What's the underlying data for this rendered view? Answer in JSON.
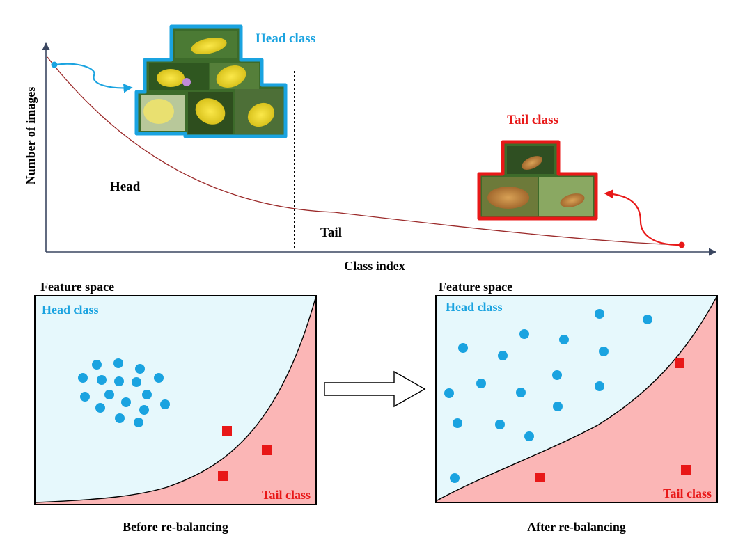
{
  "top_plot": {
    "y_axis_label": "Number of images",
    "x_axis_label": "Class index",
    "head_region_label": "Head",
    "tail_region_label": "Tail",
    "head_class_label": "Head class",
    "tail_class_label": "Tail class"
  },
  "left_panel": {
    "title": "Feature space",
    "head_class_label": "Head class",
    "tail_class_label": "Tail class",
    "caption": "Before re-balancing"
  },
  "right_panel": {
    "title": "Feature space",
    "head_class_label": "Head class",
    "tail_class_label": "Tail class",
    "caption": "After re-balancing"
  },
  "colors": {
    "head": "#1aa3e0",
    "tail": "#e81818",
    "head_region_fill": "#e6f8fc",
    "tail_region_fill": "#fbb6b6",
    "curve": "#9b2a2a",
    "axis": "#3a4660",
    "photo_green": "#3d6b2a",
    "photo_yellow": "#f2dd3c"
  },
  "icons": {
    "head_photos": "butterfly-photo-collage",
    "tail_photos": "moth-photo-collage",
    "transition": "hollow-right-arrow"
  }
}
